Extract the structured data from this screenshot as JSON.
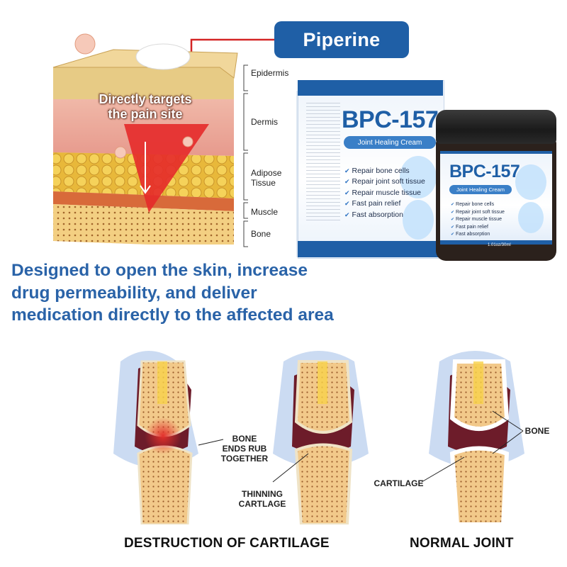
{
  "badge": {
    "title": "Piperine"
  },
  "skin": {
    "target_line1": "Directly targets",
    "target_line2": "the pain site",
    "layers": [
      "Epidermis",
      "Dermis",
      "Adipose\nTissue",
      "Muscle",
      "Bone"
    ]
  },
  "product": {
    "brand": "BPC-157",
    "subtitle": "Joint Healing Cream",
    "benefits": [
      "Repair bone cells",
      "Repair joint soft tissue",
      "Repair muscle tissue",
      "Fast pain relief",
      "Fast absorption"
    ],
    "jar_size": "1.01oz/30ml"
  },
  "headline": {
    "line1": "Designed to open the skin, increase",
    "line2": "drug permeability, and deliver",
    "line3": "medication directly to the affected area"
  },
  "joints": {
    "label_bone_rub": "BONE\nENDS RUB\nTOGETHER",
    "label_thinning": "THINNING\nCARTLAGE",
    "label_cartilage": "CARTILAGE",
    "label_bone": "BONE",
    "caption_left": "DESTRUCTION OF CARTILAGE",
    "caption_right": "NORMAL JOINT"
  },
  "colors": {
    "brand_blue": "#1f5fa6",
    "headline_blue": "#2a63a8",
    "accent_red": "#d42424"
  }
}
